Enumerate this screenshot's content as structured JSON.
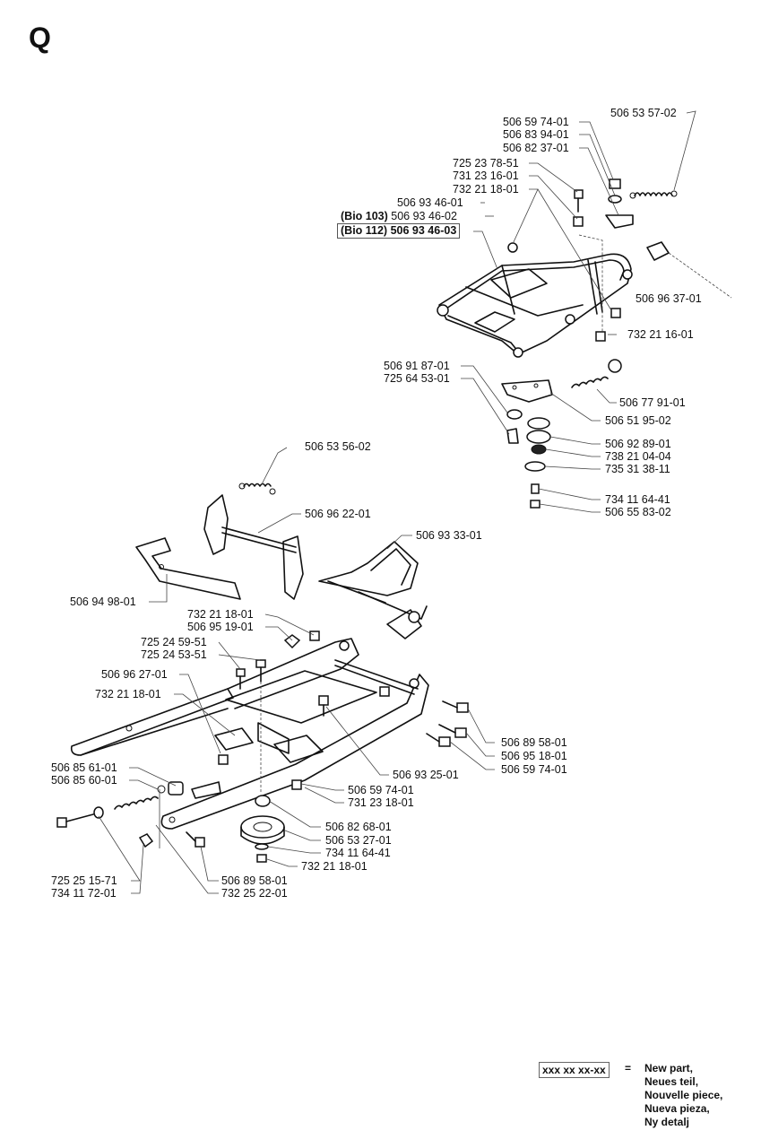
{
  "section_letter": "Q",
  "labels": {
    "top_506_53_57_02": "506 53 57-02",
    "top_506_59_74_01": "506 59 74-01",
    "top_506_83_94_01": "506 83 94-01",
    "top_506_82_37_01": "506 82 37-01",
    "top_725_23_78_51": "725 23 78-51",
    "top_731_23_16_01": "731 23 16-01",
    "top_732_21_18_01": "732 21 18-01",
    "top_506_93_46_01": "506 93 46-01",
    "top_bio103_prefix": "(Bio 103)",
    "top_506_93_46_02": "506 93 46-02",
    "top_bio112_prefix": "(Bio 112)",
    "top_506_93_46_03": "506 93 46-03",
    "top_506_96_37_01": "506 96 37-01",
    "top_732_21_16_01": "732 21 16-01",
    "mid_506_91_87_01": "506 91 87-01",
    "mid_725_64_53_01": "725 64 53-01",
    "mid_506_77_91_01": "506 77 91-01",
    "mid_506_51_95_02": "506 51 95-02",
    "mid_506_92_89_01": "506 92 89-01",
    "mid_738_21_04_04": "738 21 04-04",
    "mid_735_31_38_11": "735 31 38-11",
    "mid_734_11_64_41": "734 11 64-41",
    "mid_506_55_83_02": "506 55 83-02",
    "low_506_53_56_02": "506 53 56-02",
    "low_506_96_22_01": "506 96 22-01",
    "low_506_93_33_01": "506 93 33-01",
    "low_506_94_98_01": "506 94 98-01",
    "low_732_21_18_01_a": "732 21 18-01",
    "low_506_95_19_01": "506 95 19-01",
    "low_725_24_59_51": "725 24 59-51",
    "low_725_24_53_51": "725 24 53-51",
    "low_506_96_27_01": "506 96 27-01",
    "low_732_21_18_01_b": "732 21 18-01",
    "low_506_89_58_01_a": "506 89 58-01",
    "low_506_95_18_01": "506 95 18-01",
    "low_506_59_74_01_a": "506 59 74-01",
    "low_506_93_25_01": "506 93 25-01",
    "low_506_59_74_01_b": "506 59 74-01",
    "low_731_23_18_01": "731 23 18-01",
    "low_506_85_61_01": "506 85 61-01",
    "low_506_85_60_01": "506 85 60-01",
    "low_506_82_68_01": "506 82 68-01",
    "low_506_53_27_01": "506 53 27-01",
    "low_734_11_64_41": "734 11 64-41",
    "low_732_21_18_01_c": "732 21 18-01",
    "low_725_25_15_71": "725 25 15-71",
    "low_734_11_72_01": "734 11 72-01",
    "low_506_89_58_01_b": "506 89 58-01",
    "low_732_25_22_01": "732 25 22-01"
  },
  "legend": {
    "placeholder": "xxx xx xx-xx",
    "equals": "=",
    "lines": [
      "New part,",
      "Neues teil,",
      "Nouvelle piece,",
      "Nueva pieza,",
      "Ny detalj"
    ]
  }
}
